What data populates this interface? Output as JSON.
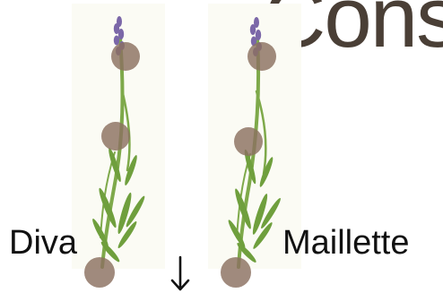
{
  "slide": {
    "title": "Cons",
    "varieties": [
      {
        "label": "Diva"
      },
      {
        "label": "Maillette"
      }
    ]
  },
  "icons": {
    "plant_illustration": "lavender-sprig",
    "marker": "brown-circle-marker",
    "arrow": "down-arrow-icon"
  },
  "colors": {
    "title": "#4a3f36",
    "stem": "#7ea94a",
    "leaf": "#6f9f3d",
    "flower": "#7b67a8",
    "marker": "#8b7060",
    "card": "#fbfbf4"
  }
}
